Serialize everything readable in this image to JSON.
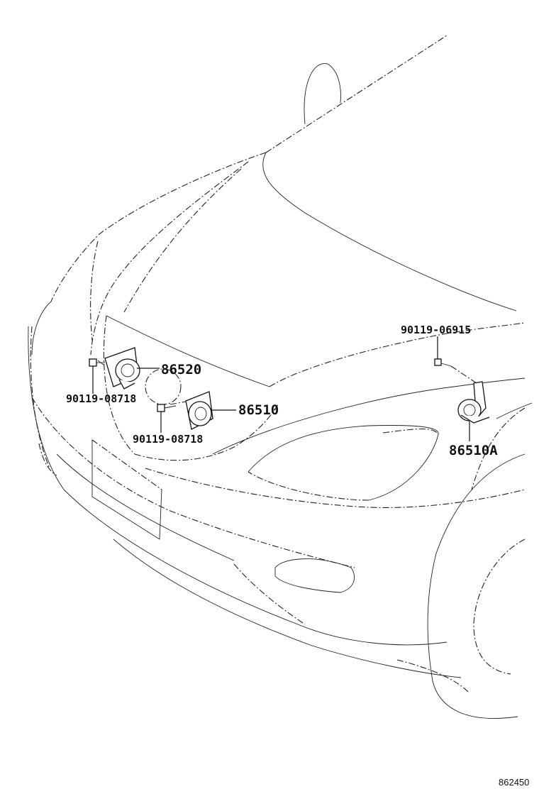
{
  "callouts": {
    "horn_low": "86520",
    "horn_high": "86510",
    "horn_assy": "86510A",
    "bolt_left_upper": "90119-08718",
    "bolt_left_lower": "90119-08718",
    "bolt_right": "90119-06915"
  },
  "diagram_id": "862450"
}
